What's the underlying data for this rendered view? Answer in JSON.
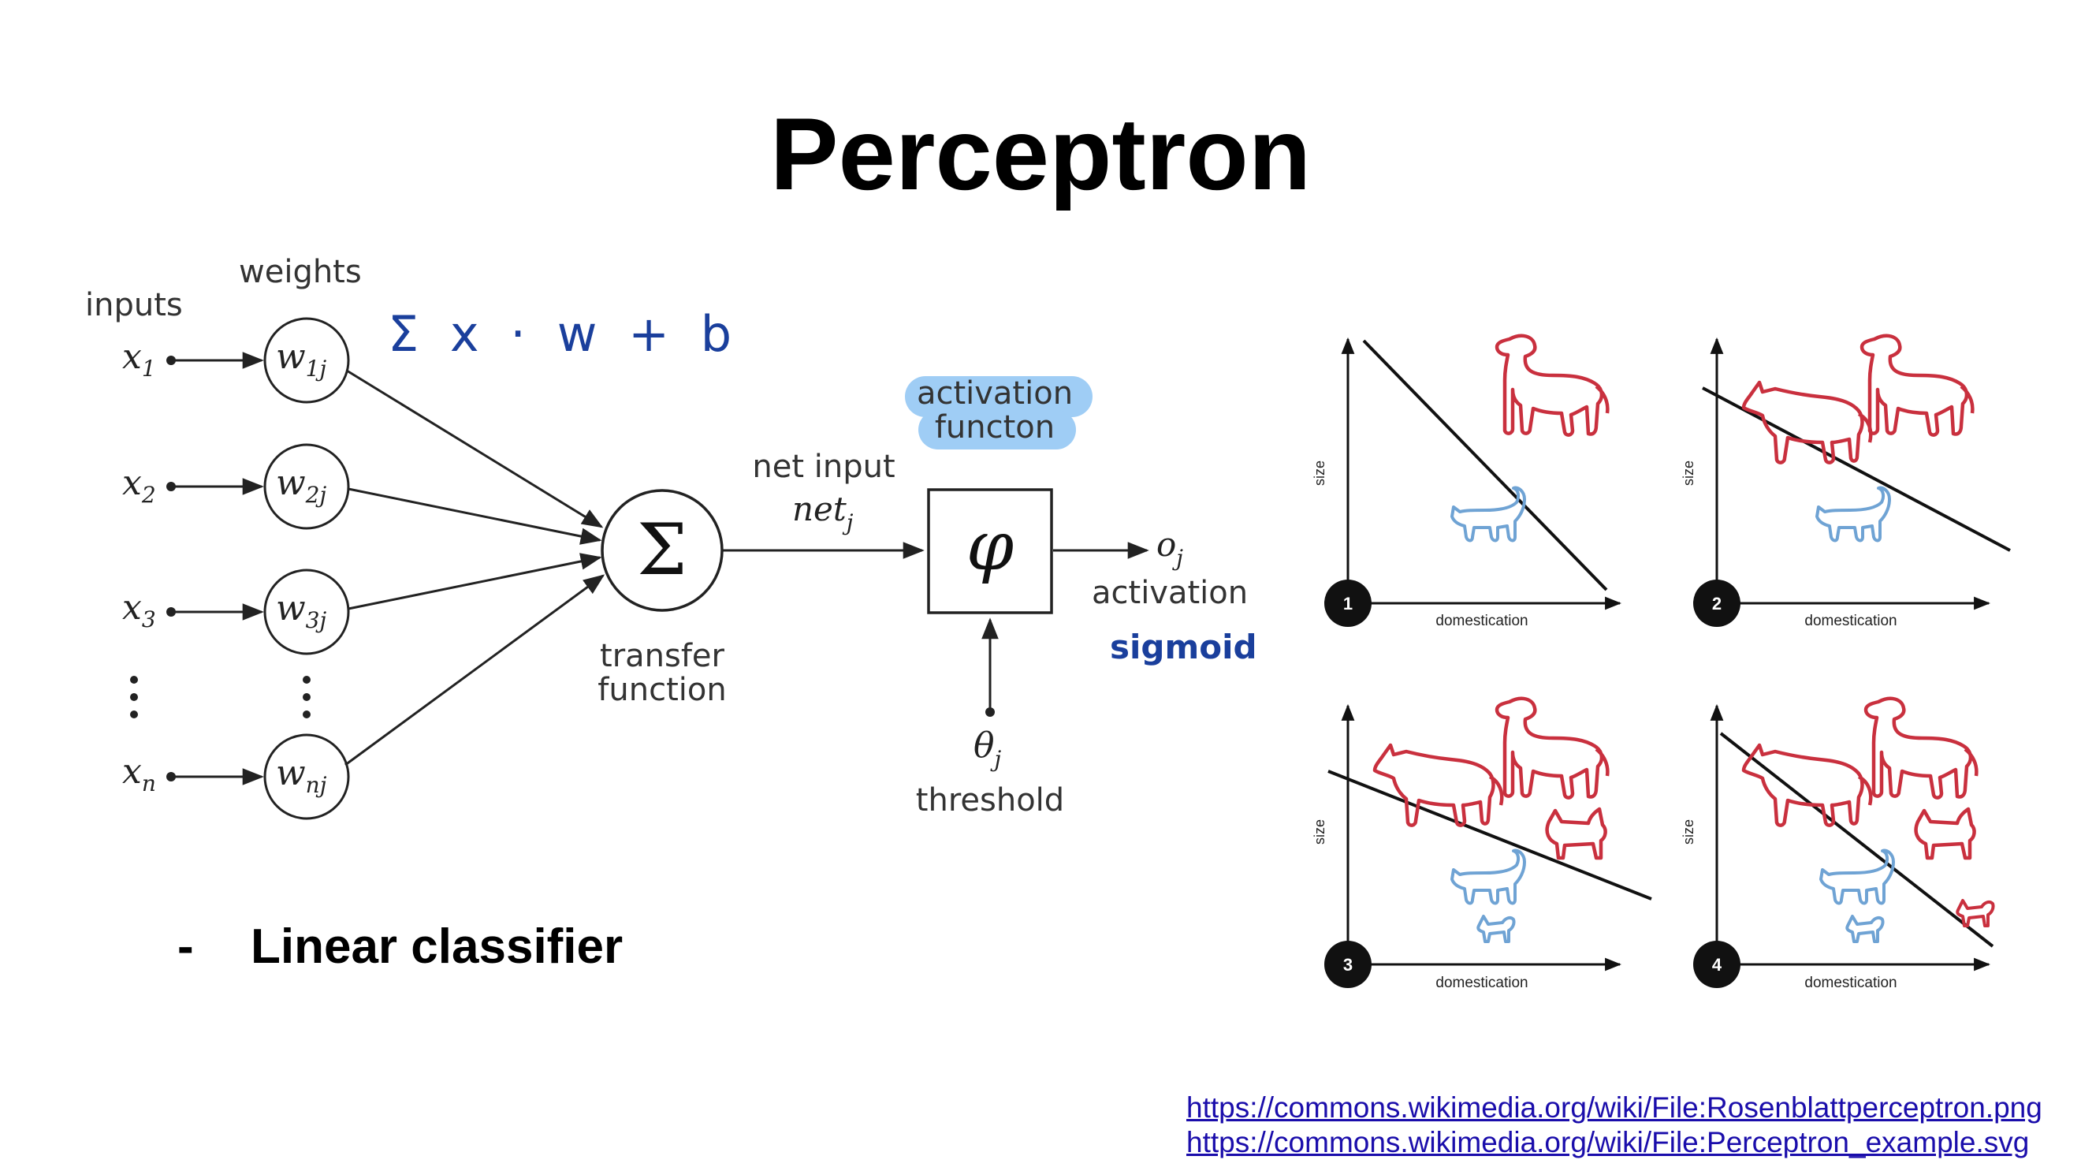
{
  "title": "Perceptron",
  "diagram": {
    "inputs_label": "inputs",
    "weights_label": "weights",
    "inputs": [
      {
        "base": "x",
        "sub": "1"
      },
      {
        "base": "x",
        "sub": "2"
      },
      {
        "base": "x",
        "sub": "3"
      },
      {
        "base": "x",
        "sub": "n"
      }
    ],
    "weights": [
      {
        "base": "w",
        "sub": "1j"
      },
      {
        "base": "w",
        "sub": "2j"
      },
      {
        "base": "w",
        "sub": "3j"
      },
      {
        "base": "w",
        "sub": "nj"
      }
    ],
    "sum_symbol": "Σ",
    "transfer_label_1": "transfer",
    "transfer_label_2": "function",
    "net_input_label": "net input",
    "net_base": "net",
    "net_sub": "j",
    "phi_symbol": "φ",
    "activation_highlight_1": "activation",
    "activation_highlight_2": "functon",
    "output_base": "o",
    "output_sub": "j",
    "activation_label": "activation",
    "theta_base": "θ",
    "theta_sub": "j",
    "threshold_label": "threshold",
    "handwritten_formula": "Σ x · w + b",
    "handwritten_sigmoid": "sigmoid",
    "highlight_color": "#9fcdf5",
    "handwriting_color": "#1a3f9c"
  },
  "bullet": {
    "dash": "-",
    "text": "Linear classifier"
  },
  "examples": {
    "panels": [
      {
        "number": "1",
        "xlabel": "domestication",
        "ylabel": "size"
      },
      {
        "number": "2",
        "xlabel": "domestication",
        "ylabel": "size"
      },
      {
        "number": "3",
        "xlabel": "domestication",
        "ylabel": "size"
      },
      {
        "number": "4",
        "xlabel": "domestication",
        "ylabel": "size"
      }
    ],
    "dog_color": "#c9303e",
    "cat_color": "#6fa3d4"
  },
  "links": [
    "https://commons.wikimedia.org/wiki/File:Rosenblattperceptron.png",
    "https://commons.wikimedia.org/wiki/File:Perceptron_example.svg"
  ]
}
